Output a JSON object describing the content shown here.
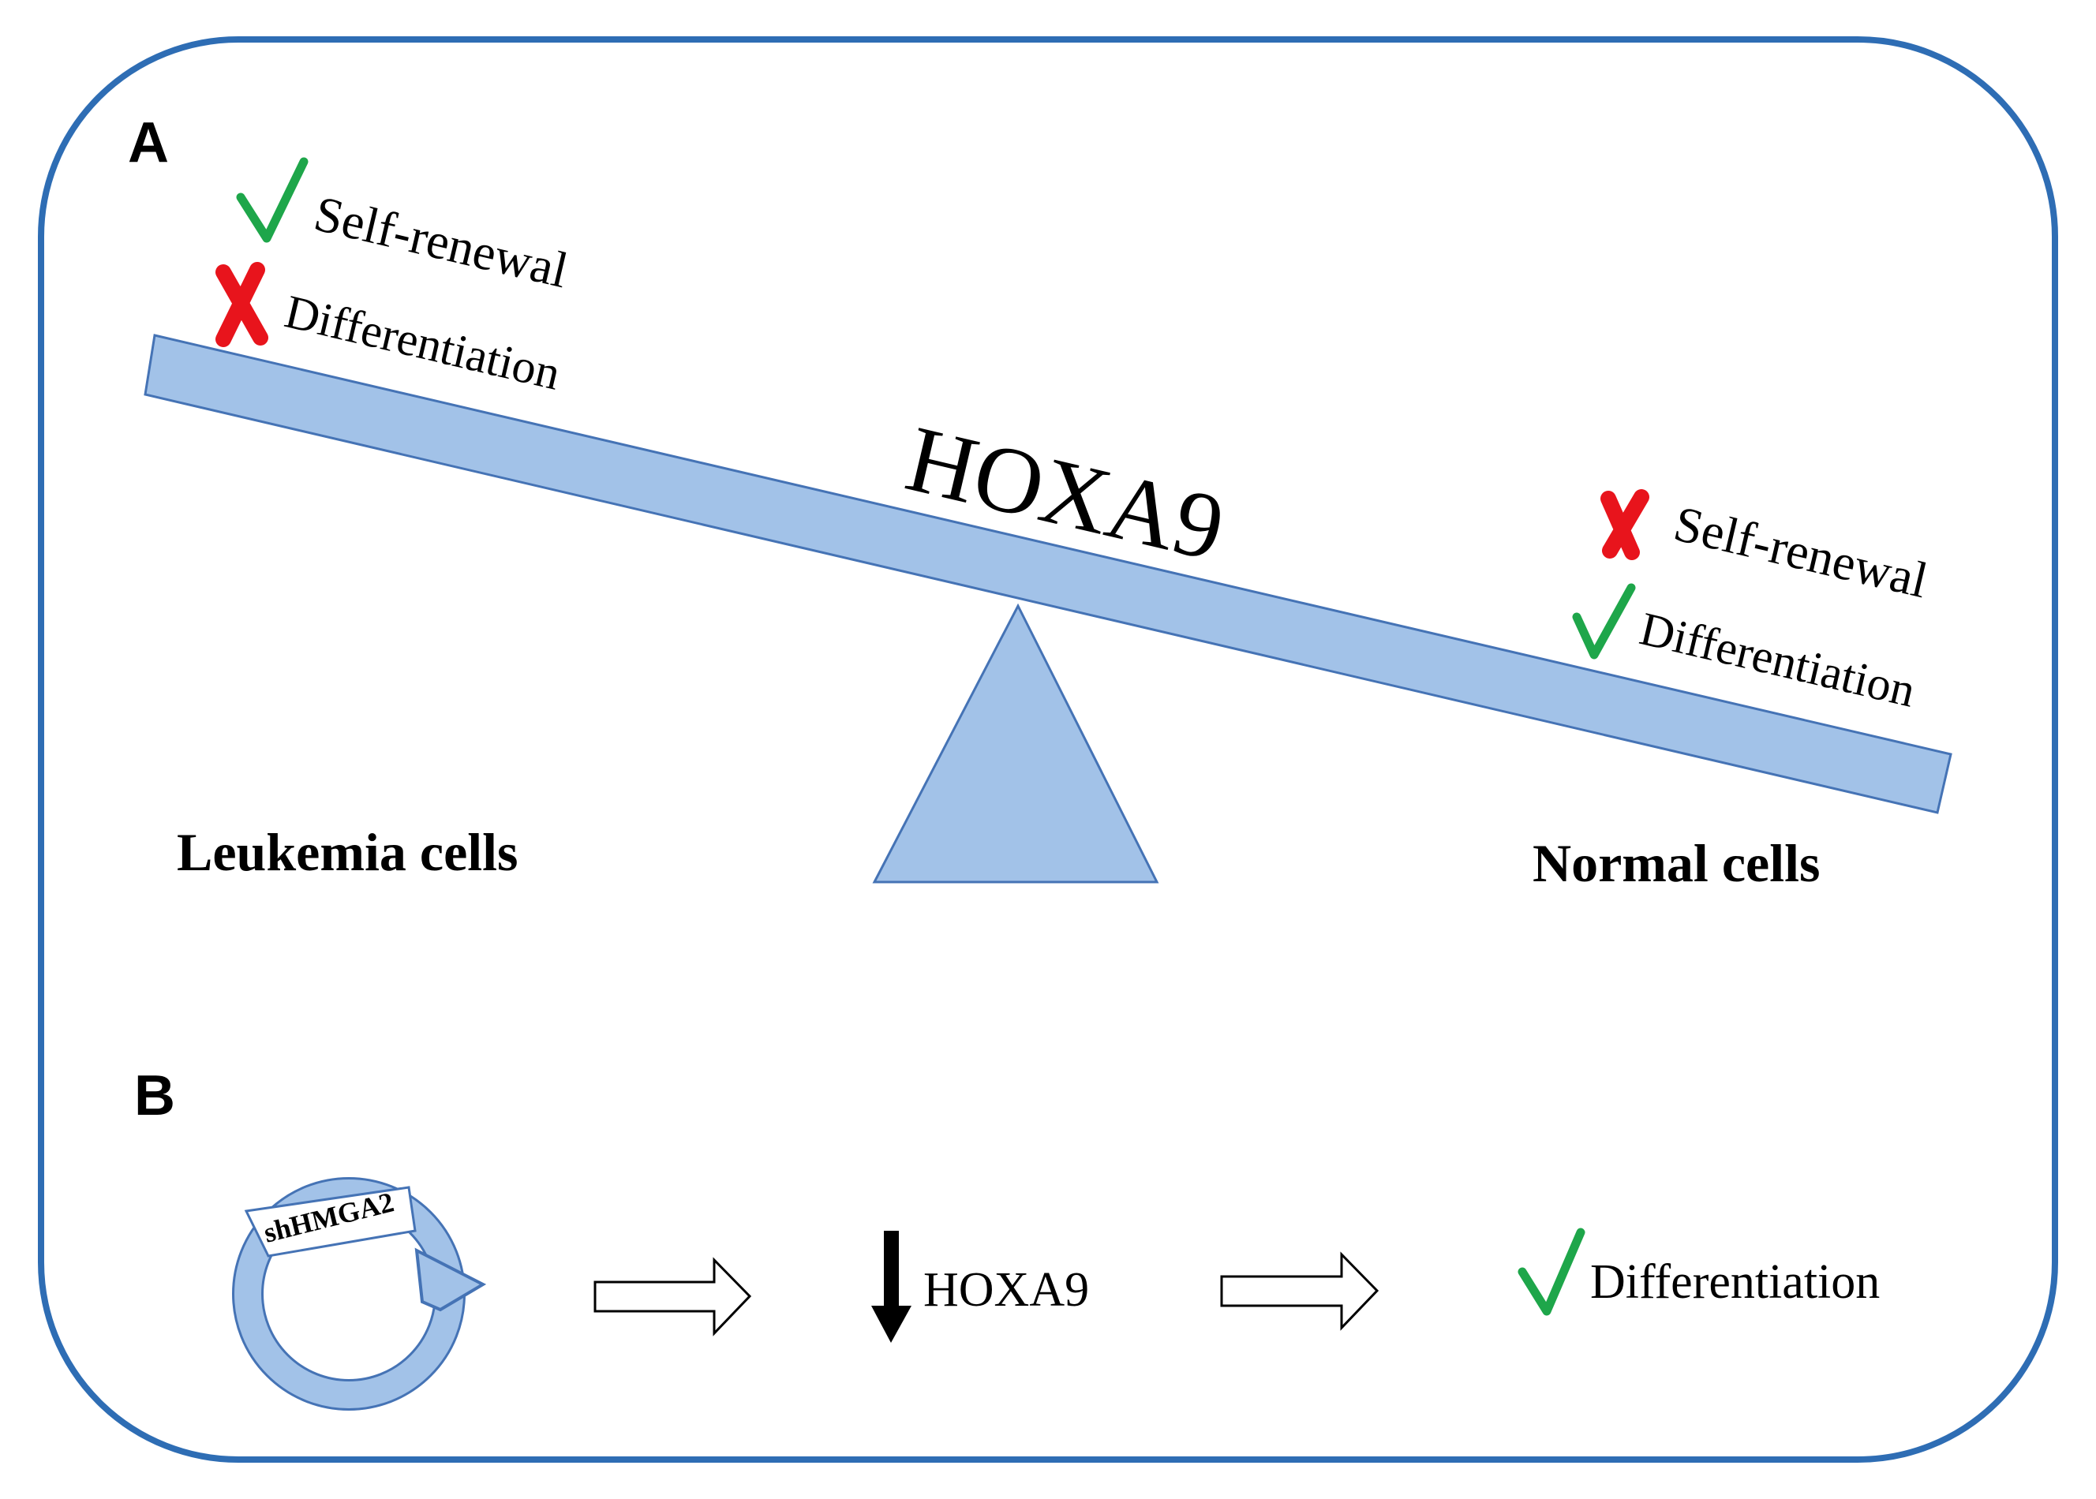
{
  "panel_a": {
    "label": "A",
    "center_label": "HOXA9",
    "left_side": {
      "caption": "Leukemia cells",
      "self_renewal": "Self-renewal",
      "self_renewal_mark": "check",
      "differentiation": "Differentiation",
      "differentiation_mark": "cross"
    },
    "right_side": {
      "caption": "Normal cells",
      "self_renewal": "Self-renewal",
      "self_renewal_mark": "cross",
      "differentiation": "Differentiation",
      "differentiation_mark": "check"
    }
  },
  "panel_b": {
    "label": "B",
    "plasmid_label": "shHMGA2",
    "target_label": "HOXA9",
    "target_direction": "down",
    "outcome_label": "Differentiation",
    "outcome_mark": "check"
  },
  "colors": {
    "frame": "#2E6DB4",
    "beam_fill": "#A2C2E8",
    "beam_stroke": "#4573B5",
    "check": "#1EA64A",
    "cross": "#E8141C",
    "text": "#000000"
  }
}
